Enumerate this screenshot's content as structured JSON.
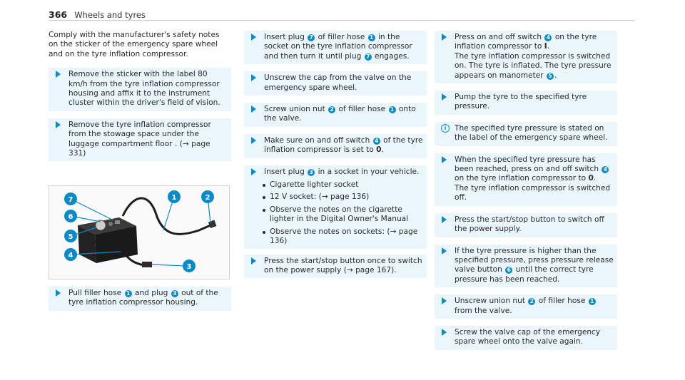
{
  "header": {
    "page_number": "366",
    "title": "Wheels and tyres"
  },
  "col1": {
    "intro": "Comply with the manufacturer's safety notes on the sticker of the emergency spare wheel and on the tyre inflation compressor.",
    "step1": "Remove the sticker with the label 80 km/h from the tyre inflation compressor housing and affix it to the instrument cluster within the driver's field of vision.",
    "step2": "Remove the tyre inflation compressor from the stowage space under the luggage compartment floor . (→ page 331)",
    "step3_a": "Pull filler hose",
    "step3_b": "and plug",
    "step3_c": "out of the tyre inflation compressor housing."
  },
  "figure": {
    "callouts": [
      "1",
      "2",
      "3",
      "4",
      "5",
      "6",
      "7"
    ],
    "colors": {
      "callout": "#0a8bc8",
      "body": "#2b2b2b",
      "hose": "#1e1e1e"
    }
  },
  "col2": {
    "s1_a": "Insert plug",
    "s1_b": "of filler hose",
    "s1_c": "in the socket on the tyre inflation compressor and then turn it until plug",
    "s1_d": "engages.",
    "s2": "Unscrew the cap from the valve on the emergency spare wheel.",
    "s3_a": "Screw union nut",
    "s3_b": "of filler hose",
    "s3_c": "onto the valve.",
    "s4_a": "Make sure on and off switch",
    "s4_b": "of the tyre inflation compressor is set to",
    "s4_c": "0",
    "s4_d": ".",
    "s5_a": "Insert plug",
    "s5_b": "in a socket in your vehicle.",
    "bullets": [
      "Cigarette lighter socket",
      "12 V socket: (→ page 136)",
      "Observe the notes on the cigarette lighter in the Digital Owner's Manual",
      "Observe the notes on sockets: (→ page 136)"
    ],
    "s6": "Press the start/stop button once to switch on the power supply (→ page 167)."
  },
  "col3": {
    "s1_a": "Press on and off switch",
    "s1_b": "on the tyre inflation compressor to",
    "s1_c": "I",
    "s1_d": ".",
    "s1_e": "The tyre inflation compressor is switched on. The tyre is inflated. The tyre pressure appears on manometer",
    "s1_f": ".",
    "s2": "Pump the tyre to the specified tyre pressure.",
    "note": "The specified tyre pressure is stated on the label of the emergency spare wheel.",
    "s3_a": "When the specified tyre pressure has been reached, press on and off switch",
    "s3_b": "on the tyre inflation compressor to",
    "s3_c": "0",
    "s3_d": ".",
    "s3_e": "The tyre inflation compressor is switched off.",
    "s4": "Press the start/stop button to switch off the power supply.",
    "s5_a": "If the tyre pressure is higher than the specified pressure, press pressure release valve button",
    "s5_b": "until the correct tyre pressure has been reached.",
    "s6_a": "Unscrew union nut",
    "s6_b": "of filler hose",
    "s6_c": "from the valve.",
    "s7": "Screw the valve cap of the emergency spare wheel onto the valve again."
  },
  "badges": {
    "b1": "1",
    "b2": "2",
    "b3": "3",
    "b4": "4",
    "b5": "5",
    "b6": "6",
    "b7": "7"
  }
}
